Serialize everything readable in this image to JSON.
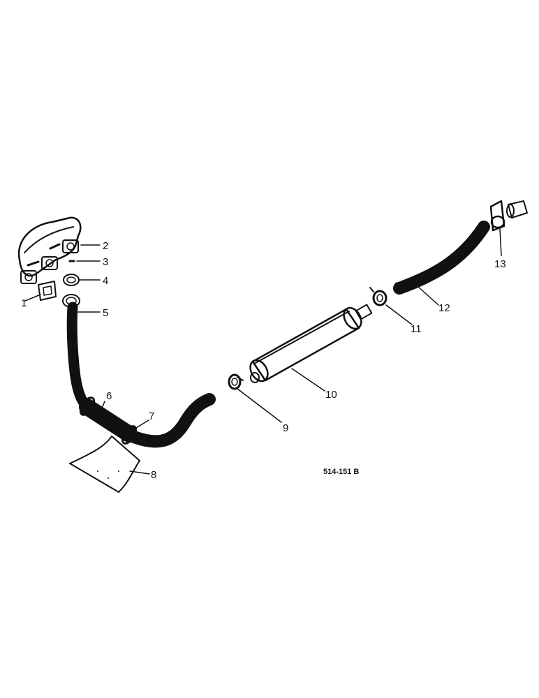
{
  "callouts": {
    "c1": "1",
    "c2": "2",
    "c3": "3",
    "c4": "4",
    "c5": "5",
    "c6": "6",
    "c7": "7",
    "c8": "8",
    "c9": "9",
    "c10": "10",
    "c11": "11",
    "c12": "12",
    "c13": "13"
  },
  "drawing_ref": "514-151 B"
}
